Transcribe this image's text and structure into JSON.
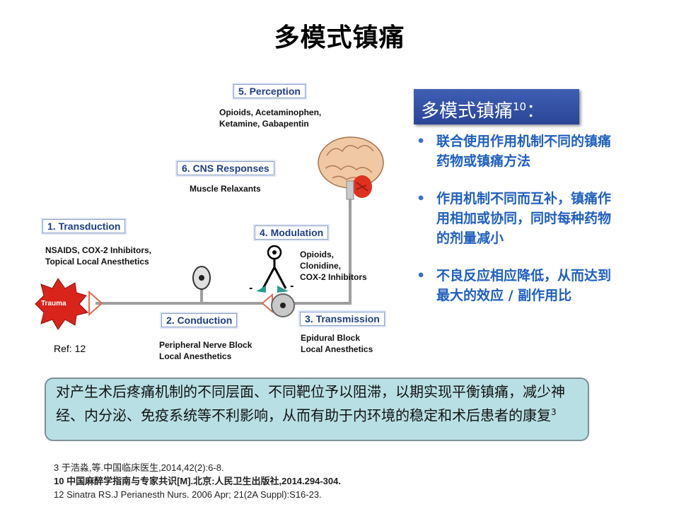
{
  "title": "多模式镇痛",
  "diagram": {
    "stages": {
      "perception": "5. Perception",
      "cns": "6. CNS Responses",
      "transduction": "1. Transduction",
      "modulation": "4. Modulation",
      "conduction": "2. Conduction",
      "transmission": "3. Transmission"
    },
    "drugs": {
      "perception": [
        "Opioids, Acetaminophen,",
        "Ketamine, Gabapentin"
      ],
      "cns": [
        "Muscle Relaxants"
      ],
      "transduction": [
        "NSAIDS, COX-2 Inhibitors,",
        "Topical Local Anesthetics"
      ],
      "modulation": [
        "Opioids,",
        "Clonidine,",
        "COX-2 Inhibitors"
      ],
      "conduction": [
        "Peripheral Nerve Block",
        "Local Anesthetics"
      ],
      "transmission": [
        "Epidural Block",
        "Local Anesthetics"
      ]
    },
    "trauma_label": "Trauma",
    "minus_sign": "-",
    "ref_note": "Ref:  12"
  },
  "side_panel": {
    "title": "多模式镇痛",
    "title_sup": "10",
    "title_suffix": "：",
    "bullets": [
      "联合使用作用机制不同的镇痛药物或镇痛方法",
      "作用机制不同而互补，镇痛作用相加或协同，同时每种药物的剂量减小",
      "不良反应相应降低，从而达到最大的效应 / 副作用比"
    ]
  },
  "summary": {
    "text": "对产生术后疼痛机制的不同层面、不同靶位予以阻滞，以期实现平衡镇痛，减少神经、内分泌、免疫系统等不利影响，从而有助于内环境的稳定和术后患者的康复",
    "sup": "3"
  },
  "references": [
    "3 于浩淼,等.中国临床医生,2014,42(2):6-8.",
    "10 中国麻醉学指南与专家共识[M].北京:人民卫生出版社,2014.294-304.",
    "12 Sinatra RS.J Perianesth Nurs. 2006 Apr;  21(2A Suppl):S16-23."
  ],
  "colors": {
    "title_box": "#3050a8",
    "bullet_text": "#1f5fbf",
    "stage_text": "#1f3d82",
    "summary_bg": "#b8dfe4",
    "trauma": "#d9241c",
    "nerve_line": "#9e9e9e"
  }
}
